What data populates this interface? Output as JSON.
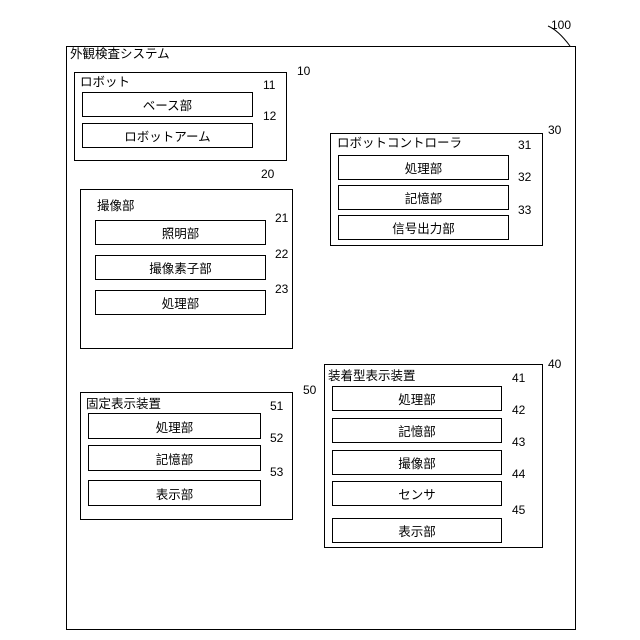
{
  "system": {
    "title": "外観検査システム",
    "ref": "100"
  },
  "robot": {
    "title": "ロボット",
    "ref": "10",
    "items": [
      {
        "label": "ベース部",
        "ref": "11"
      },
      {
        "label": "ロボットアーム",
        "ref": "12"
      }
    ]
  },
  "imaging": {
    "title": "撮像部",
    "ref": "20",
    "items": [
      {
        "label": "照明部",
        "ref": "21"
      },
      {
        "label": "撮像素子部",
        "ref": "22"
      },
      {
        "label": "処理部",
        "ref": "23"
      }
    ]
  },
  "robot_controller": {
    "title": "ロボットコントローラ",
    "ref": "30",
    "items": [
      {
        "label": "処理部",
        "ref": "31"
      },
      {
        "label": "記憶部",
        "ref": "32"
      },
      {
        "label": "信号出力部",
        "ref": "33"
      }
    ]
  },
  "wearable_display": {
    "title": "装着型表示装置",
    "ref": "40",
    "items": [
      {
        "label": "処理部",
        "ref": "41"
      },
      {
        "label": "記憶部",
        "ref": "42"
      },
      {
        "label": "撮像部",
        "ref": "43"
      },
      {
        "label": "センサ",
        "ref": "44"
      },
      {
        "label": "表示部",
        "ref": "45"
      }
    ]
  },
  "fixed_display": {
    "title": "固定表示装置",
    "ref": "50",
    "items": [
      {
        "label": "処理部",
        "ref": "51"
      },
      {
        "label": "記憶部",
        "ref": "52"
      },
      {
        "label": "表示部",
        "ref": "53"
      }
    ]
  }
}
